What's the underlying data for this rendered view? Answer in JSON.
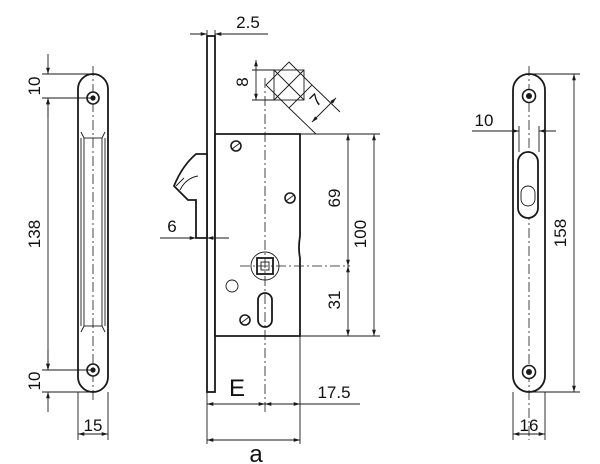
{
  "diagram": {
    "left_view": {
      "dim_top": "10",
      "dim_height": "138",
      "dim_bottom": "10",
      "dim_width": "15"
    },
    "middle_view": {
      "dim_plate": "2.5",
      "dim_square": "8",
      "dim_angle": "7",
      "dim_hook": "6",
      "dim_upper": "69",
      "dim_body": "100",
      "dim_lower": "31",
      "dim_e": "E",
      "dim_center": "17.5",
      "dim_a": "a"
    },
    "right_view": {
      "dim_top": "10",
      "dim_height": "158",
      "dim_width": "16"
    }
  }
}
